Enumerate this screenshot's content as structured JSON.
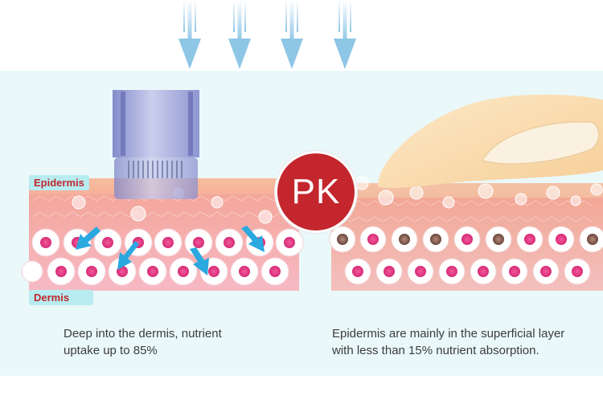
{
  "labels": {
    "epidermis": "Epidermis",
    "dermis": "Dermis"
  },
  "badge": {
    "text": "PK"
  },
  "captions": {
    "left_line1": "Deep into the dermis, nutrient",
    "left_line2": "uptake up to 85%",
    "right_line1": "Epidermis are mainly in the superficial layer",
    "right_line2": "with less than 15% nutrient absorption."
  },
  "colors": {
    "accent_red": "#c4262e",
    "panel_bg": "#eaf8fa",
    "label_bg": "#b7ecf0",
    "arrow_blue": "#2aa8e0",
    "cell_pink": "#e8408a"
  },
  "icons": [
    "down-arrow-icon",
    "nutrient-flow-arrow-icon",
    "microneedle-device-icon",
    "finger-icon"
  ]
}
